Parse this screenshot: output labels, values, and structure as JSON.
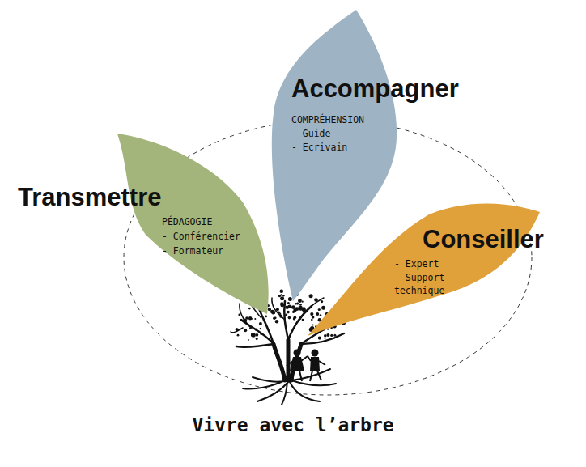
{
  "diagram": {
    "caption": "Vivre avec l’arbre",
    "nodes": [
      {
        "text": [
          "Accompagner",
          "COMPRÉHENSION",
          "- Guide",
          "- Ecrivain"
        ]
      },
      {
        "text": [
          "Transmettre",
          "PÉDAGOGIE",
          "- Conférencier",
          "- Formateur"
        ]
      },
      {
        "text": [
          "Conseiller",
          "- Expert",
          "- Support technique"
        ]
      }
    ]
  }
}
